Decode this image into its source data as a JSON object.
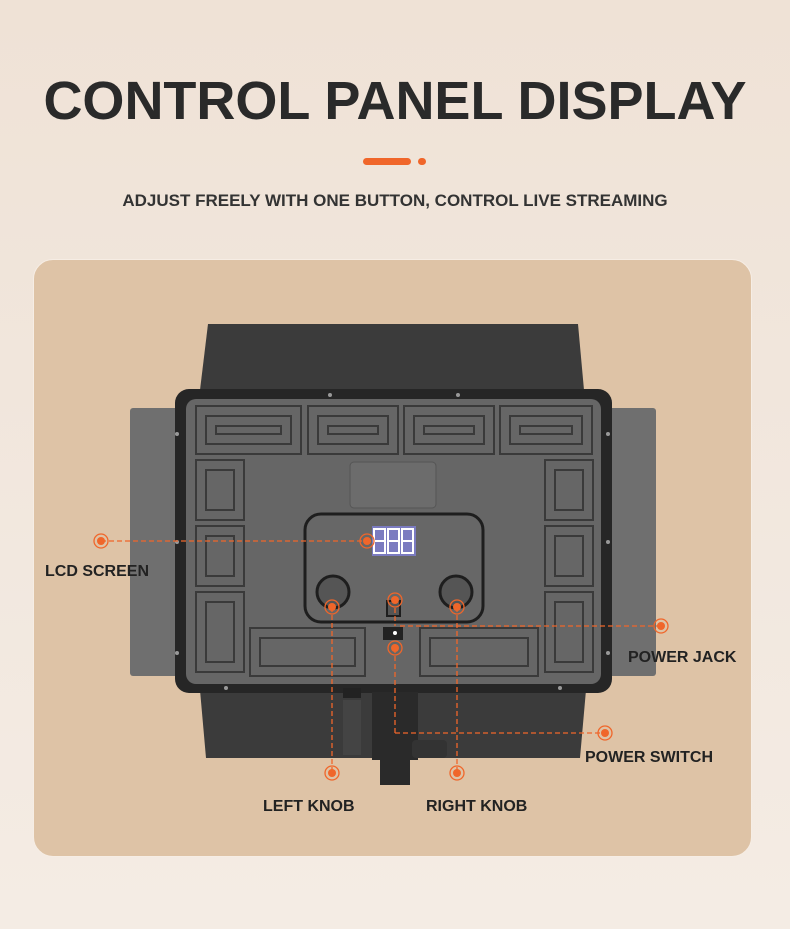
{
  "header": {
    "title": "CONTROL PANEL DISPLAY",
    "subtitle": "ADJUST FREELY WITH ONE BUTTON, CONTROL LIVE STREAMING"
  },
  "colors": {
    "accent": "#f0662a",
    "card": "#dec3a6"
  },
  "lcd": {
    "digits": "888"
  },
  "callouts": {
    "lcd_screen": "LCD SCREEN",
    "power_jack": "POWER JACK",
    "power_switch": "POWER SWITCH",
    "left_knob": "LEFT KNOB",
    "right_knob": "RIGHT KNOB"
  }
}
